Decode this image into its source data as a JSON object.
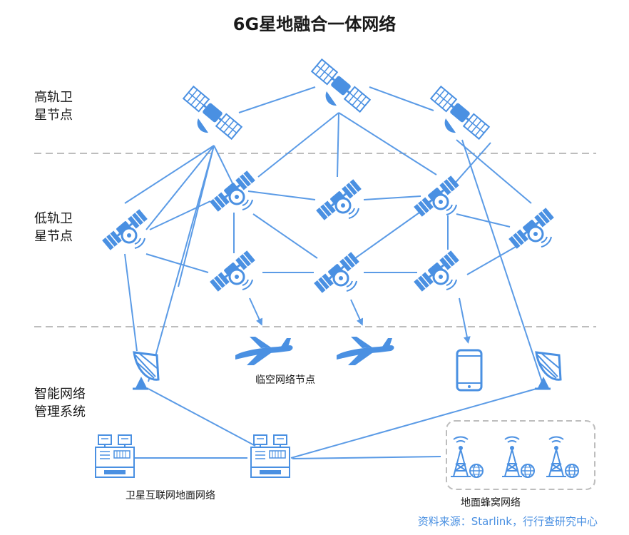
{
  "title": "6G星地融合一体网络",
  "layers": {
    "high_orbit": "高轨卫星节点",
    "low_orbit": "低轨卫星节点",
    "ground_mgmt": "智能网络管理系统"
  },
  "captions": {
    "air_nodes": "临空网络节点",
    "ground_net": "卫星互联网地面网络",
    "cellular": "地面蜂窝网络"
  },
  "source": "资料来源：Starlink，行行查研究中心",
  "colors": {
    "primary": "#4a90e2",
    "line": "#5b9be6",
    "divider": "#bdbdbd",
    "text": "#1a1a1a"
  },
  "icons": [
    "satellite-icon",
    "airplane-icon",
    "phone-icon",
    "dish-antenna-icon",
    "server-icon",
    "cell-tower-icon"
  ]
}
